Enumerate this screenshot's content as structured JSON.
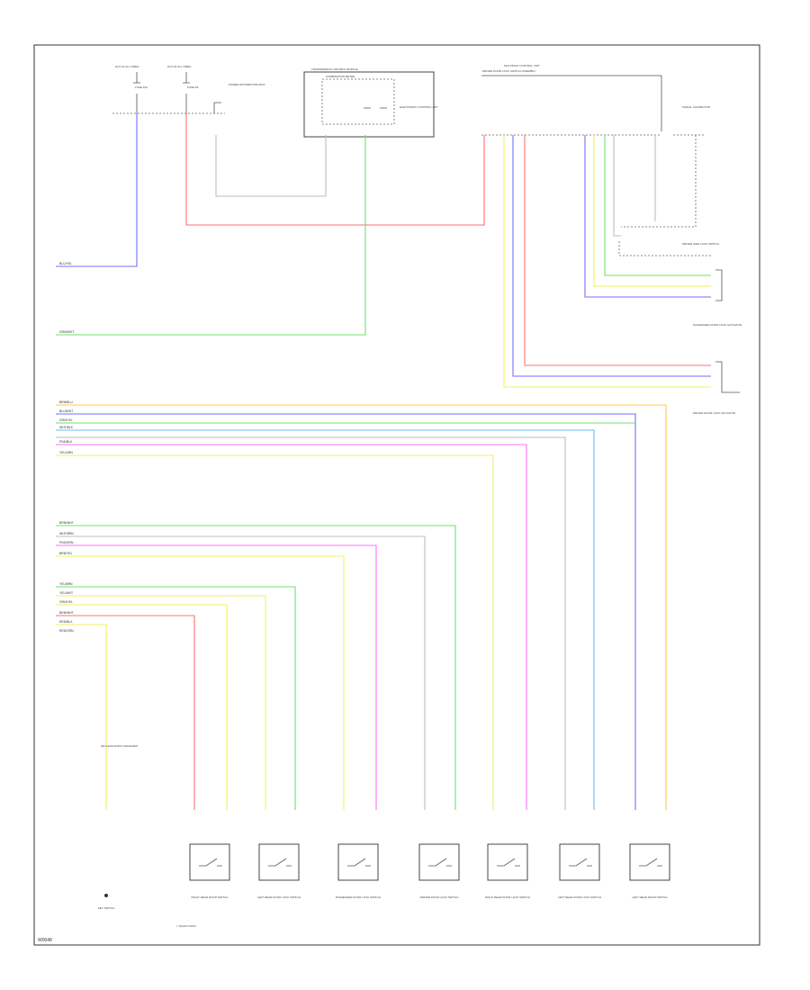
{
  "figure_code": "W0048",
  "legend_note": "= SOLID STATE",
  "colors": {
    "red": "#ff6f6f",
    "blue": "#6f6fff",
    "green": "#6fe06f",
    "yellow": "#f0f060",
    "pink": "#ff6fff",
    "orange": "#ffc84a",
    "gray": "#bdbdbd",
    "lightblue": "#66bbee"
  },
  "top_components": {
    "fuse_box_left_header": "HOT AT ALL TIMES",
    "fuse_box_right_header": "HOT AT ALL TIMES",
    "fuse_left": "FUSE 10A",
    "fuse_right": "FUSE 5A",
    "fuse_box_note": "POWER DISTRIBUTION BOX",
    "middle_module_title": "TRANSMISSION CONTROL MODULE",
    "middle_module_sub": "COMBINATION METER",
    "middle_module_note": "ELECTRONIC CONTROL UNIT",
    "right_module_title": "MULTIPLEX CONTROL UNIT",
    "right_module_sub": "DRIVER DOOR LOCK SWITCH ASSEMBLY",
    "right_connector": "SIGNAL CONNECTOR"
  },
  "left_harness_labels": {
    "g1": [
      "BLU/YEL"
    ],
    "g2": [
      "GRN/WHT"
    ],
    "g3": [
      "BRN/BLU",
      "BLU/WHT",
      "GRN/YEL",
      "WHT/BLK",
      "PNK/BLK",
      "YEL/GRN"
    ],
    "g4": [
      "BRN/WHT",
      "WHT/BRN",
      "PNK/GRN",
      "BRN/YEL"
    ],
    "g5": [
      "YEL/BRN",
      "YEL/WHT",
      "GRN/YEL",
      "BRN/WHT",
      "RED/BLK",
      "RED/GRN"
    ]
  },
  "right_side_components": [
    "DRIVER SIDE LOCK SWITCH",
    "PASSENGER DOOR LOCK ACTUATOR",
    "DRIVER DOOR LOCK ACTUATOR"
  ],
  "bottom_components": [
    "KEY SWITCH",
    "RIGHT REAR DOOR SWITCH",
    "LEFT REAR DOOR LOCK SWITCH",
    "PASSENGER DOOR LOCK SWITCH",
    "DRIVER DOOR LOCK SWITCH",
    "RIGHT REAR DOOR LOCK SWITCH",
    "LEFT REAR DOOR LOCK SWITCH",
    "LEFT REAR DOOR SWITCH"
  ],
  "key_switch_note": "KEYLESS ENTRY RECEIVER"
}
